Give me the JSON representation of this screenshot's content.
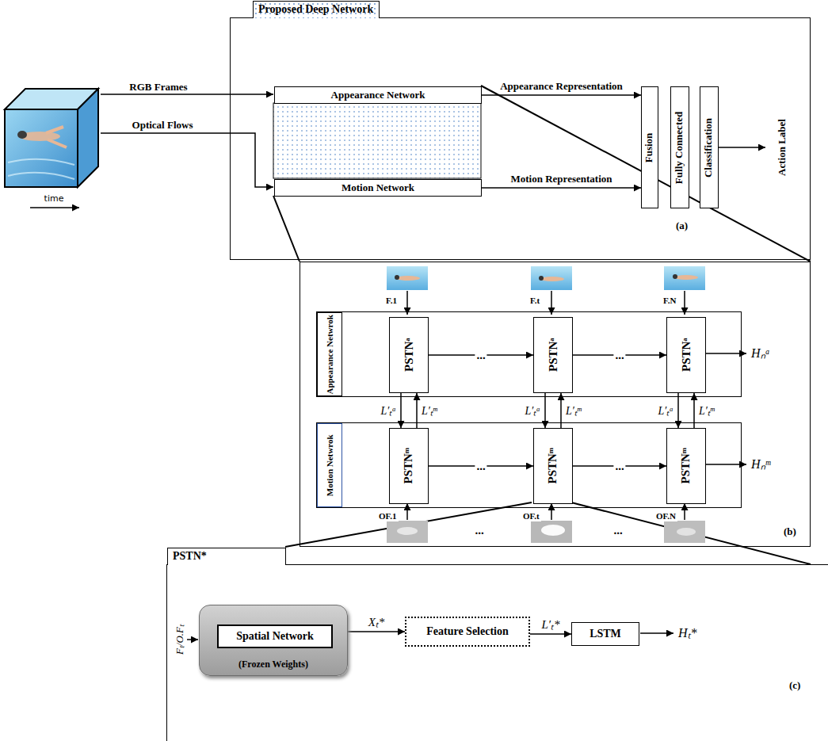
{
  "diagram": {
    "nodes": [
      {
        "text": [
          "Proposed Deep Network",
          "(a)"
        ]
      },
      {
        "text": [
          "Appearance Network"
        ],
        "in": 0
      },
      {
        "text": [
          "Motion Network"
        ],
        "in": 0
      },
      {
        "text": [
          "Fusion"
        ],
        "in": 0
      },
      {
        "text": [
          "Fully Connected"
        ],
        "in": 0
      },
      {
        "text": [
          "Classification"
        ],
        "in": 0
      },
      {
        "text": [
          "(b)"
        ]
      },
      {
        "text": [
          "Appearance Netwrok"
        ],
        "in": 6
      },
      {
        "text": [
          "PSTNᵃ"
        ],
        "in": 7
      },
      {
        "text": [
          "PSTNᵃ"
        ],
        "in": 7
      },
      {
        "text": [
          "PSTNᵃ"
        ],
        "in": 7
      },
      {
        "text": [
          "Motion Netwrok"
        ],
        "in": 6
      },
      {
        "text": [
          "PSTNᵐ"
        ],
        "in": 11
      },
      {
        "text": [
          "PSTNᵐ"
        ],
        "in": 11
      },
      {
        "text": [
          "PSTNᵐ"
        ],
        "in": 11
      },
      {
        "text": [
          "PSTN*",
          "(c)"
        ]
      },
      {
        "text": [
          "(Frozen Weights)"
        ],
        "in": 15
      },
      {
        "text": [
          "Spatial Network"
        ],
        "in": 16
      },
      {
        "text": [
          "Feature Selection"
        ],
        "in": 15
      },
      {
        "text": [
          "LSTM"
        ],
        "in": 15
      }
    ],
    "edges": [
      {
        "from": 1,
        "to": 3,
        "arrow": "to",
        "label": "Appearance Representation"
      },
      {
        "from": 2,
        "to": 3,
        "arrow": "to",
        "label": "Motion Representation"
      },
      {
        "from": 8,
        "to": 9,
        "arrow": "to",
        "label": "..."
      },
      {
        "from": 9,
        "to": 10,
        "arrow": "to",
        "label": "..."
      },
      {
        "from": 12,
        "to": 13,
        "arrow": "to",
        "label": "..."
      },
      {
        "from": 13,
        "to": 14,
        "arrow": "to",
        "label": "..."
      },
      {
        "from": 8,
        "to": 12,
        "arrow": "to",
        "label": "L′ₜᵃ"
      },
      {
        "from": 12,
        "to": 8,
        "arrow": "to",
        "label": "L′ₜᵐ"
      },
      {
        "from": 9,
        "to": 13,
        "arrow": "to",
        "label": "L′ₜᵃ"
      },
      {
        "from": 13,
        "to": 9,
        "arrow": "to",
        "label": "L′ₜᵐ"
      },
      {
        "from": 10,
        "to": 14,
        "arrow": "to",
        "label": "L′ₜᵃ"
      },
      {
        "from": 14,
        "to": 10,
        "arrow": "to",
        "label": "L′ₜᵐ"
      },
      {
        "from": 16,
        "to": 18,
        "arrow": "to",
        "label": "Xₜ*"
      },
      {
        "from": 18,
        "to": 19,
        "arrow": "to",
        "label": "L′ₜ*"
      }
    ],
    "labels": [
      "RGB Frames",
      "Optical Flows",
      "time",
      "Action Label",
      "F.1",
      "F.t",
      "F.N",
      "Hₙᵃ",
      "Hₙᵐ",
      "OF.1",
      "...",
      "OF.t",
      "...",
      "OF.N",
      "Fₜ/O.Fₜ",
      "Hₜ*"
    ]
  }
}
